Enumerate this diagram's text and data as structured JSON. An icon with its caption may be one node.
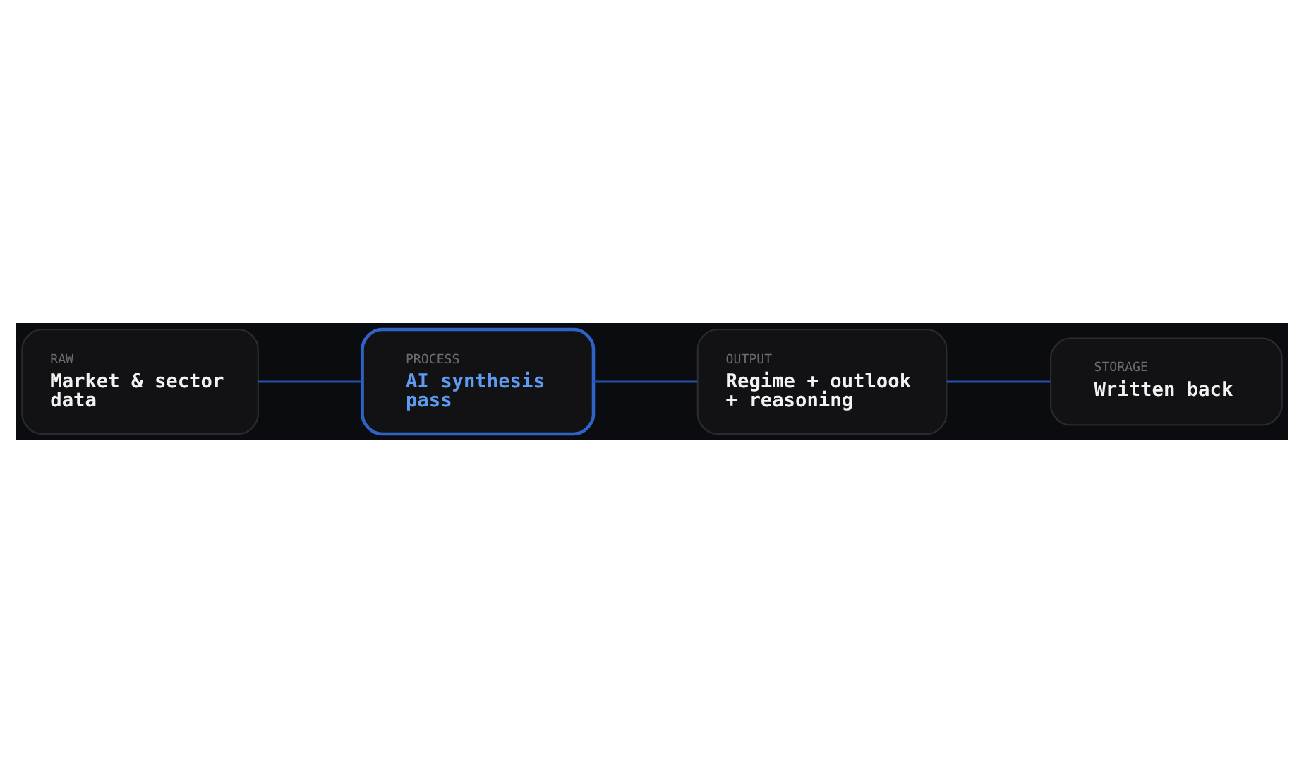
{
  "diagram": {
    "nodes": [
      {
        "text": [
          "RAW",
          "Market & sector data"
        ]
      },
      {
        "text": [
          "PROCESS",
          "AI synthesis pass"
        ]
      },
      {
        "text": [
          "OUTPUT",
          "Regime + outlook + reasoning"
        ]
      },
      {
        "text": [
          "STORAGE",
          "Written back"
        ]
      }
    ],
    "edges": [
      {
        "from": 0,
        "to": 1,
        "arrow": "none"
      },
      {
        "from": 1,
        "to": 2,
        "arrow": "none"
      },
      {
        "from": 2,
        "to": 3,
        "arrow": "none"
      }
    ]
  }
}
